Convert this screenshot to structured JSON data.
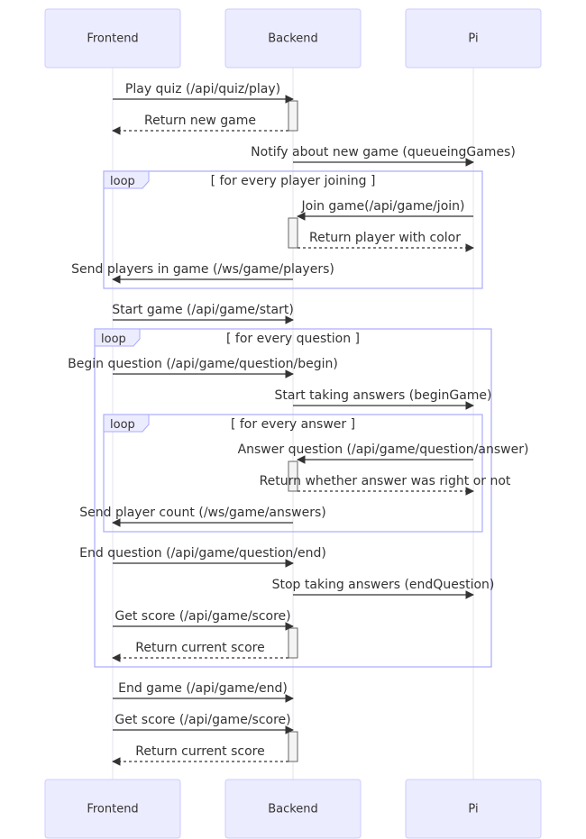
{
  "actors": {
    "frontend": "Frontend",
    "backend": "Backend",
    "pi": "Pi"
  },
  "loops": [
    {
      "label": "loop",
      "condition": "[ for every player joining ]"
    },
    {
      "label": "loop",
      "condition": "[ for every question ]"
    },
    {
      "label": "loop",
      "condition": "[ for every answer ]"
    }
  ],
  "messages": [
    {
      "text": "Play quiz (/api/quiz/play)",
      "from": "frontend",
      "to": "backend",
      "style": "solid"
    },
    {
      "text": "Return new game",
      "from": "backend",
      "to": "frontend",
      "style": "dashed"
    },
    {
      "text": "Notify about new game (queueingGames)",
      "from": "backend",
      "to": "pi",
      "style": "solid"
    },
    {
      "text": "Join game(/api/game/join)",
      "from": "pi",
      "to": "backend",
      "style": "solid"
    },
    {
      "text": "Return player with color",
      "from": "backend",
      "to": "pi",
      "style": "dashed"
    },
    {
      "text": "Send players in game (/ws/game/players)",
      "from": "backend",
      "to": "frontend",
      "style": "solid"
    },
    {
      "text": "Start game (/api/game/start)",
      "from": "frontend",
      "to": "backend",
      "style": "solid"
    },
    {
      "text": "Begin question (/api/game/question/begin)",
      "from": "frontend",
      "to": "backend",
      "style": "solid"
    },
    {
      "text": "Start taking answers (beginGame)",
      "from": "backend",
      "to": "pi",
      "style": "solid"
    },
    {
      "text": "Answer question (/api/game/question/answer)",
      "from": "pi",
      "to": "backend",
      "style": "solid"
    },
    {
      "text": "Return whether answer was right or not",
      "from": "backend",
      "to": "pi",
      "style": "dashed"
    },
    {
      "text": "Send player count (/ws/game/answers)",
      "from": "backend",
      "to": "frontend",
      "style": "solid"
    },
    {
      "text": "End question (/api/game/question/end)",
      "from": "frontend",
      "to": "backend",
      "style": "solid"
    },
    {
      "text": "Stop taking answers (endQuestion)",
      "from": "backend",
      "to": "pi",
      "style": "solid"
    },
    {
      "text": "Get score (/api/game/score)",
      "from": "frontend",
      "to": "backend",
      "style": "solid"
    },
    {
      "text": "Return current score",
      "from": "backend",
      "to": "frontend",
      "style": "dashed"
    },
    {
      "text": "End game (/api/game/end)",
      "from": "frontend",
      "to": "backend",
      "style": "solid"
    },
    {
      "text": "Get score (/api/game/score)",
      "from": "frontend",
      "to": "backend",
      "style": "solid"
    },
    {
      "text": "Return current score",
      "from": "backend",
      "to": "frontend",
      "style": "dashed"
    }
  ]
}
